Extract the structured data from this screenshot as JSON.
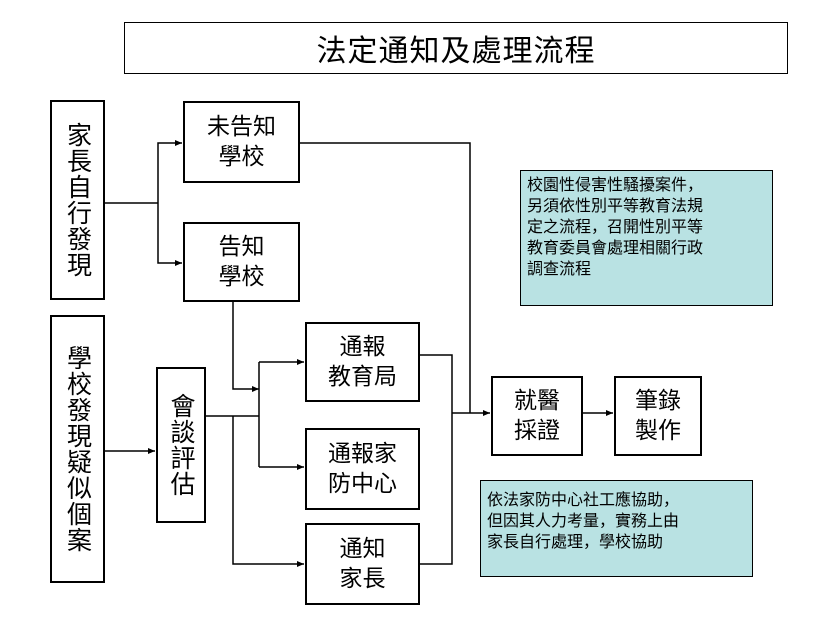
{
  "title": "法定通知及處理流程",
  "nodes": {
    "parent_found": "家長自行發現",
    "school_found": "學校發現疑似個案",
    "not_notify_school": [
      "未告知",
      "學校"
    ],
    "notify_school": [
      "告知",
      "學校"
    ],
    "interview": "會談評估",
    "report_edu": [
      "通報",
      "教育局"
    ],
    "report_family": [
      "通報家",
      "防中心"
    ],
    "notify_parent": [
      "通知",
      "家長"
    ],
    "medical": [
      "就醫",
      "採證"
    ],
    "record": [
      "筆錄",
      "製作"
    ]
  },
  "notes": {
    "campus": [
      "校園性侵害性騷擾案件，",
      "另須依性別平等教育法規",
      "定之流程，召開性別平等",
      "教育委員會處理相關行政",
      "調查流程"
    ],
    "family_center": [
      "依法家防中心社工應協助，",
      "但因其人力考量，實務上由",
      "家長自行處理，學校協助"
    ]
  }
}
